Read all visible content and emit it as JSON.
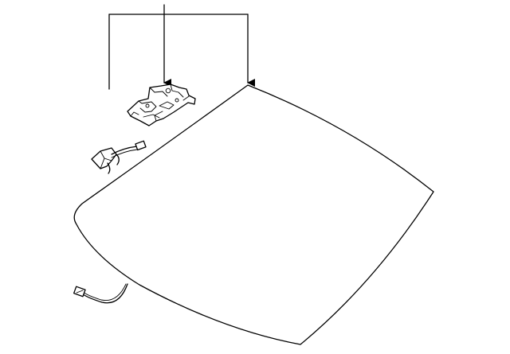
{
  "diagram": {
    "type": "parts-exploded-view",
    "parts": [
      {
        "id": "windshield-glass",
        "shape": "windshield-panel"
      },
      {
        "id": "mirror-bracket",
        "shape": "stamped-bracket"
      },
      {
        "id": "rain-sensor-assembly",
        "shape": "sensor-with-harness"
      },
      {
        "id": "wiring-harness-lead",
        "shape": "short-cable-with-connector"
      }
    ],
    "callout_lines": 3,
    "callout_arrow_count": 2,
    "colors": {
      "line": "#000000",
      "background": "#ffffff"
    }
  }
}
